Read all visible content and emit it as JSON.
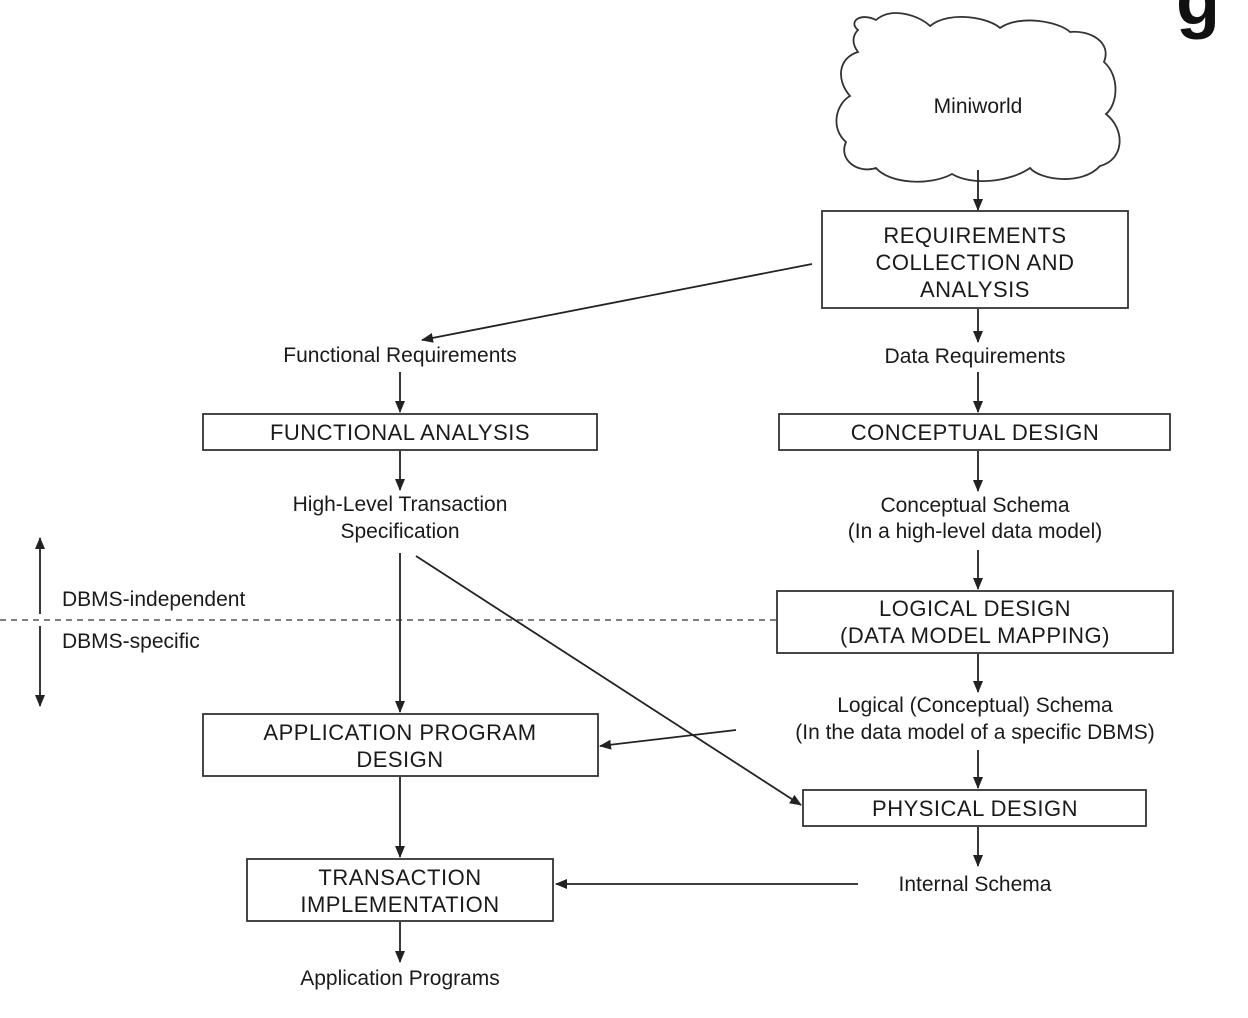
{
  "top_fragment": "g",
  "nodes": {
    "miniworld": "Miniworld",
    "requirements": [
      "REQUIREMENTS",
      "COLLECTION AND",
      "ANALYSIS"
    ],
    "functional_requirements": "Functional Requirements",
    "data_requirements": "Data Requirements",
    "functional_analysis": "FUNCTIONAL ANALYSIS",
    "conceptual_design": "CONCEPTUAL DESIGN",
    "high_level_spec": [
      "High-Level Transaction",
      "Specification"
    ],
    "conceptual_schema": [
      "Conceptual Schema",
      "(In a high-level data model)"
    ],
    "logical_design": [
      "LOGICAL DESIGN",
      "(DATA MODEL MAPPING)"
    ],
    "logical_schema": [
      "Logical (Conceptual) Schema",
      "(In the data model of a specific DBMS)"
    ],
    "application_program_design": [
      "APPLICATION PROGRAM",
      "DESIGN"
    ],
    "physical_design": "PHYSICAL DESIGN",
    "transaction_implementation": [
      "TRANSACTION",
      "IMPLEMENTATION"
    ],
    "internal_schema": "Internal Schema",
    "application_programs": "Application Programs"
  },
  "divider": {
    "upper_label": "DBMS-independent",
    "lower_label": "DBMS-specific"
  }
}
